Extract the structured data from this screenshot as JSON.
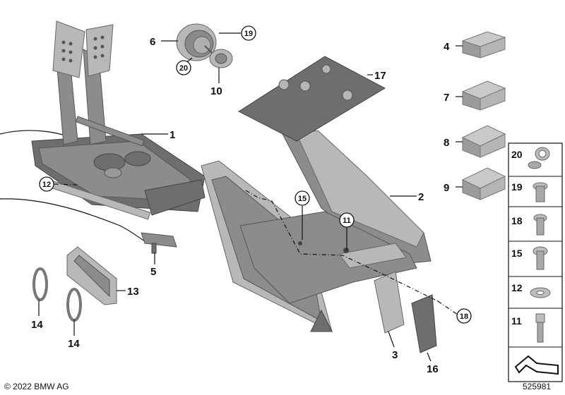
{
  "parts": [
    {
      "id": "1",
      "label": "1"
    },
    {
      "id": "2",
      "label": "2"
    },
    {
      "id": "3",
      "label": "3"
    },
    {
      "id": "4",
      "label": "4"
    },
    {
      "id": "5",
      "label": "5"
    },
    {
      "id": "6",
      "label": "6"
    },
    {
      "id": "7",
      "label": "7"
    },
    {
      "id": "8",
      "label": "8"
    },
    {
      "id": "9",
      "label": "9"
    },
    {
      "id": "10",
      "label": "10"
    },
    {
      "id": "11",
      "label": "11"
    },
    {
      "id": "12",
      "label": "12"
    },
    {
      "id": "13",
      "label": "13"
    },
    {
      "id": "14a",
      "label": "14"
    },
    {
      "id": "14b",
      "label": "14"
    },
    {
      "id": "15",
      "label": "15"
    },
    {
      "id": "16",
      "label": "16"
    },
    {
      "id": "17",
      "label": "17"
    },
    {
      "id": "18",
      "label": "18"
    },
    {
      "id": "19",
      "label": "19"
    },
    {
      "id": "20",
      "label": "20"
    }
  ],
  "legend": [
    {
      "label": "20"
    },
    {
      "label": "19"
    },
    {
      "label": "18"
    },
    {
      "label": "15"
    },
    {
      "label": "12"
    },
    {
      "label": "11"
    }
  ],
  "footer": {
    "copyright": "© 2022 BMW AG",
    "diagram_number": "525981"
  }
}
